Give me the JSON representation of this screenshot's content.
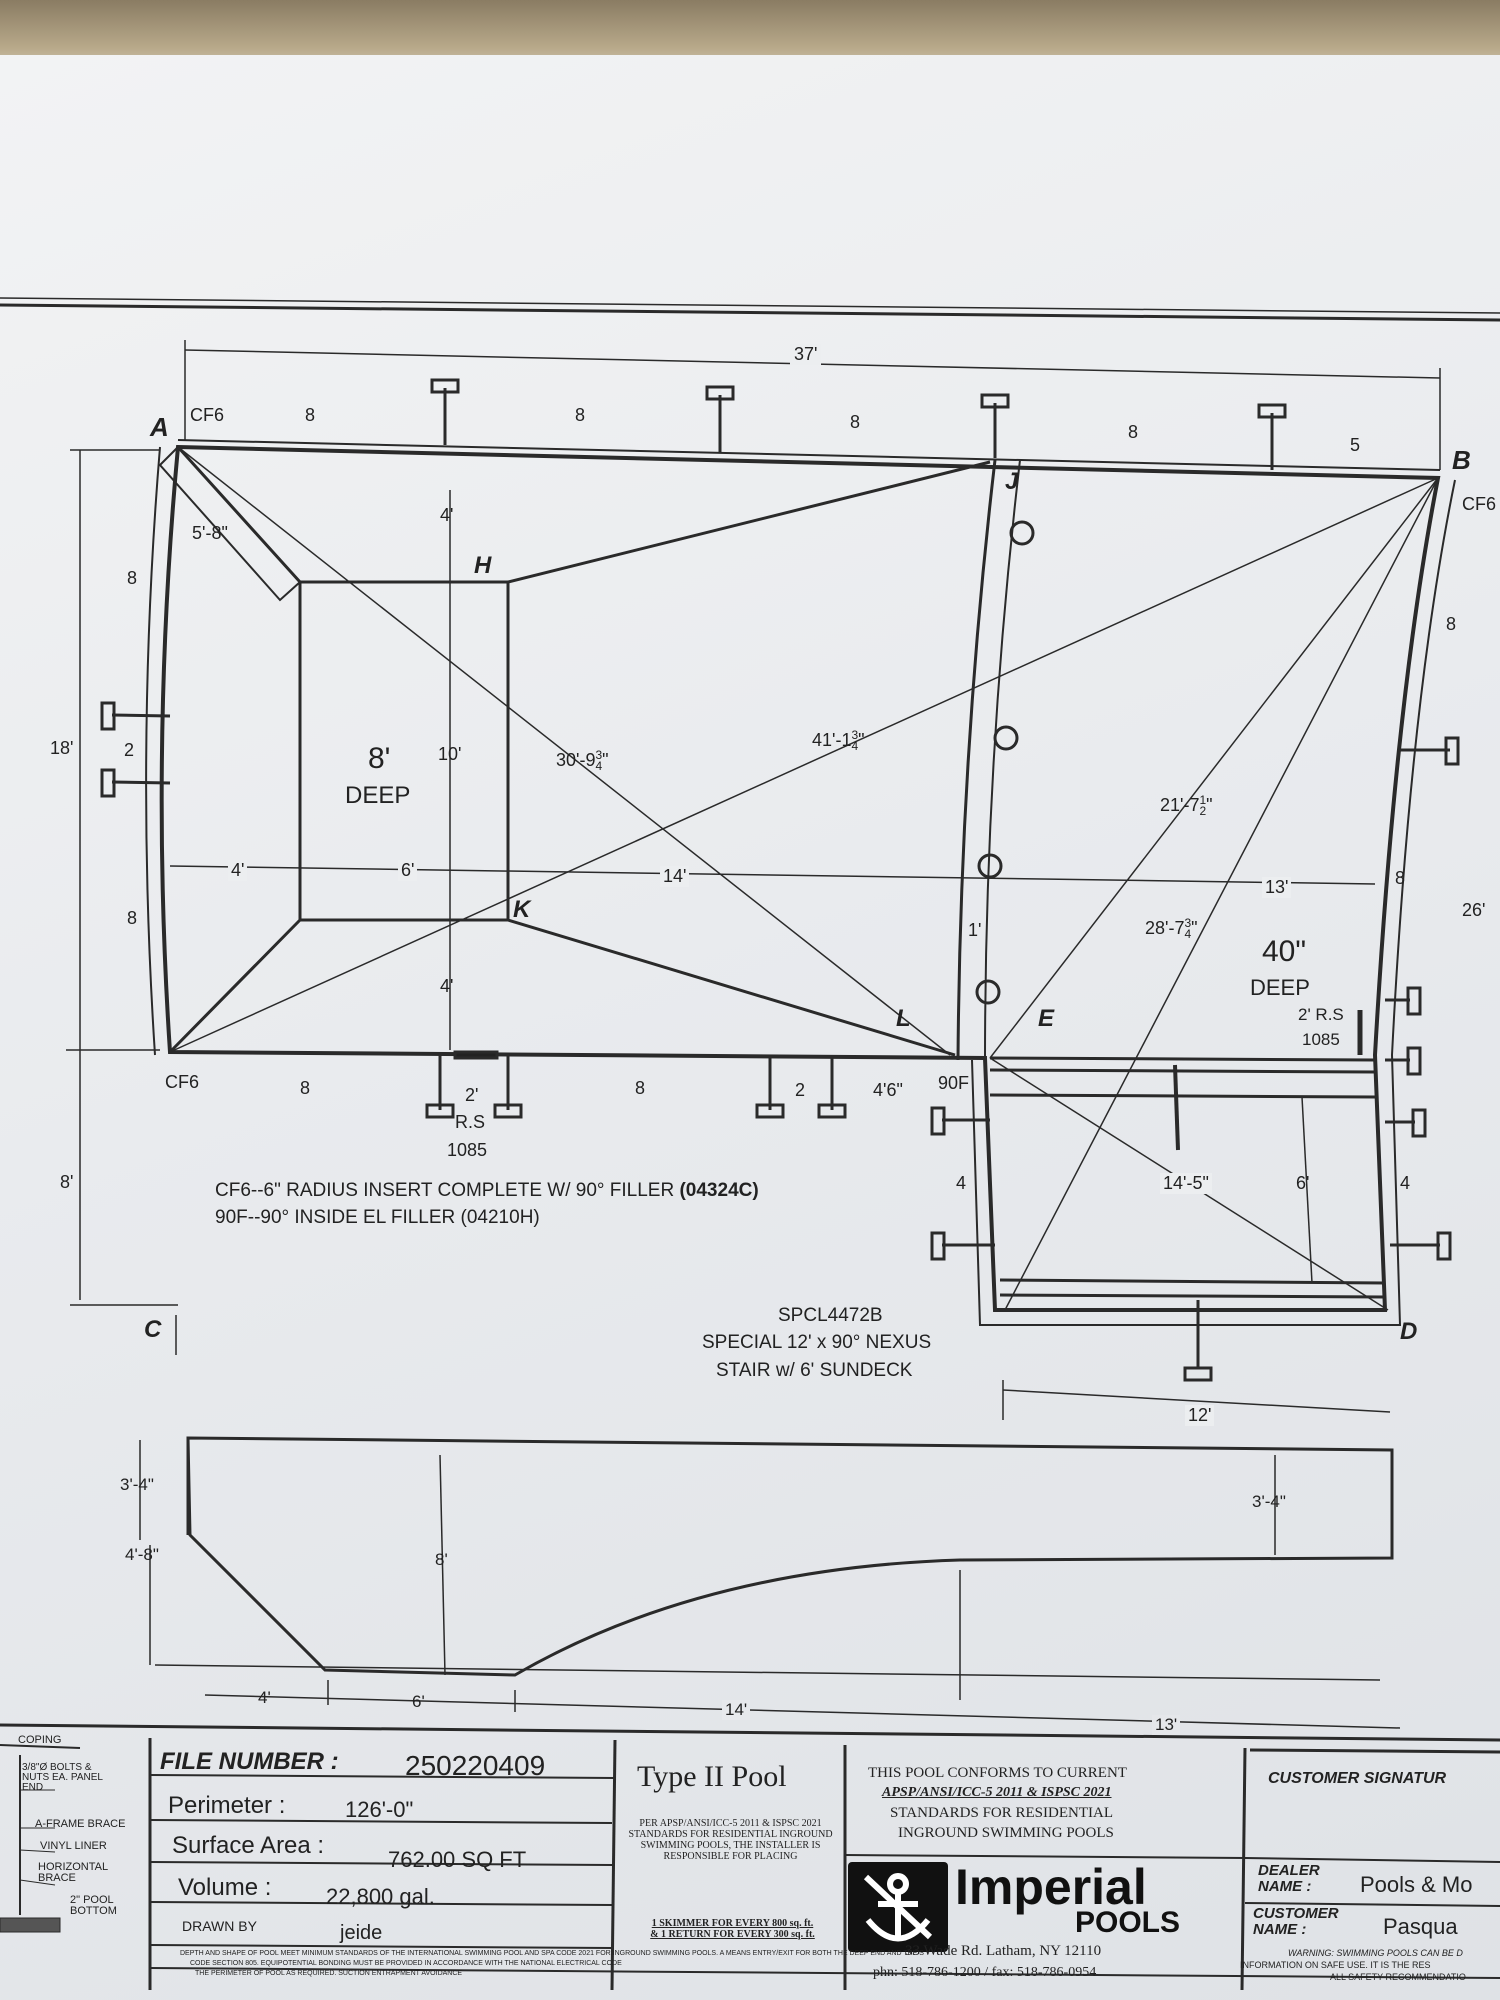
{
  "plan": {
    "overall_length": "37'",
    "overall_width": "18'",
    "corner_labels": {
      "a": "A",
      "b": "B",
      "c": "C",
      "d": "D",
      "e": "E",
      "h": "H",
      "j": "J",
      "k": "K",
      "l": "L"
    },
    "cf6": "CF6",
    "f90": "90F",
    "top_segments": [
      "8",
      "8",
      "8",
      "8",
      "5"
    ],
    "bottom_segments": [
      "8",
      "8",
      "2",
      "4'6\""
    ],
    "left_segments": [
      "8",
      "2",
      "8"
    ],
    "right_segments": [
      "8",
      "8"
    ],
    "corner_cut": "5'-8\"",
    "diag_ak": "30'-9",
    "diag_ak_frac_num": "3",
    "diag_ak_frac_den": "4",
    "diag_bc": "41'-1",
    "diag_bc_frac_num": "3",
    "diag_bc_frac_den": "4",
    "diag_b1": "21'-7",
    "diag_b1_frac_num": "1",
    "diag_b1_frac_den": "2",
    "diag_b2": "28'-7",
    "diag_b2_frac_num": "3",
    "diag_b2_frac_den": "4",
    "deep_depth": "8'",
    "deep_label": "DEEP",
    "shallow_depth": "40\"",
    "shallow_label": "DEEP",
    "deep_width": "10'",
    "dim_4a": "4'",
    "dim_4b": "4'",
    "dim_4c": "4'",
    "dim_6": "6'",
    "dim_14": "14'",
    "dim_13": "13'",
    "dim_1": "1'",
    "dim_26": "26'",
    "dim_8_left": "8'",
    "rs_bottom_size": "2'",
    "rs_bottom_label": "R.S",
    "rs_bottom_code": "1085",
    "rs_right_size": "2' R.S",
    "rs_right_code": "1085",
    "stair_diag": "14'-5\"",
    "stair_side_left": "4",
    "stair_side_right": "4",
    "stair_inner": "6'",
    "stair_width": "12'",
    "note_line1": "CF6--6\" RADIUS INSERT COMPLETE W/ 90° FILLER",
    "note_line1_code": "(04324C)",
    "note_line2": "90F--90° INSIDE EL FILLER (04210H)",
    "stair_code": "SPCL4472B",
    "stair_line1": "SPECIAL 12' x 90° NEXUS",
    "stair_line2": "STAIR w/ 6' SUNDECK"
  },
  "profile": {
    "shallow_left": "3'-4\"",
    "slope_left": "4'-8\"",
    "deep": "8'",
    "shallow_right": "3'-4\"",
    "seg_4": "4'",
    "seg_6": "6'",
    "seg_14": "14'",
    "seg_13": "13'"
  },
  "legend": {
    "items": [
      "COPING",
      "3/8\"Ø BOLTS & NUTS EA. PANEL END",
      "A-FRAME BRACE",
      "VINYL LINER",
      "HORIZONTAL BRACE",
      "2\" POOL BOTTOM"
    ]
  },
  "title_block": {
    "file_number_label": "FILE NUMBER :",
    "file_number": "250220409",
    "perimeter_label": "Perimeter :",
    "perimeter": "126'-0\"",
    "surface_area_label": "Surface Area :",
    "surface_area": "762.00 SQ FT",
    "volume_label": "Volume :",
    "volume": "22,800 gal.",
    "drawn_by_label": "DRAWN BY",
    "drawn_by": "jeide",
    "pool_type": "Type II Pool",
    "standards_small": "PER APSP/ANSI/ICC-5 2011 & ISPSC 2021 STANDARDS FOR RESIDENTIAL INGROUND SWIMMING POOLS, THE INSTALLER IS RESPONSIBLE FOR PLACING",
    "skimmer_note": "1 SKIMMER FOR EVERY 800 sq. ft. & 1 RETURN FOR EVERY 300 sq. ft.",
    "conforms_1": "THIS POOL CONFORMS TO CURRENT",
    "conforms_2": "APSP/ANSI/ICC-5 2011 & ISPSC 2021",
    "conforms_3": "STANDARDS FOR RESIDENTIAL",
    "conforms_4": "INGROUND SWIMMING POOLS",
    "brand_1": "Imperial",
    "brand_2": "POOLS",
    "address": "33 Wade Rd. Latham, NY 12110",
    "phone": "phn: 518-786-1200 / fax: 518-786-0954",
    "customer_signature": "CUSTOMER SIGNATUR",
    "dealer_label": "DEALER NAME :",
    "dealer_name": "Pools & Mo",
    "customer_label": "CUSTOMER NAME :",
    "customer_name": "Pasqua",
    "warning": "WARNING: SWIMMING POOLS CAN BE D",
    "warning_2": "INFORMATION ON SAFE USE. IT IS THE RES",
    "warning_3": "ALL SAFETY RECOMMENDATIO",
    "fine_print": "DEPTH AND SHAPE OF POOL MEET MINIMUM STANDARDS OF THE INTERNATIONAL SWIMMING POOL AND SPA CODE 2021 FOR INGROUND SWIMMING POOLS. A MEANS ENTRY/EXIT FOR BOTH THE DEEP END AND THE S",
    "fine_print_2": "CODE SECTION 805. EQUIPOTENTIAL BONDING MUST BE PROVIDED IN ACCORDANCE WITH THE NATIONAL ELECTRICAL CODE",
    "fine_print_3": "THE PERIMETER OF POOL AS REQUIRED. SUCTION ENTRAPMENT AVOIDANCE"
  }
}
